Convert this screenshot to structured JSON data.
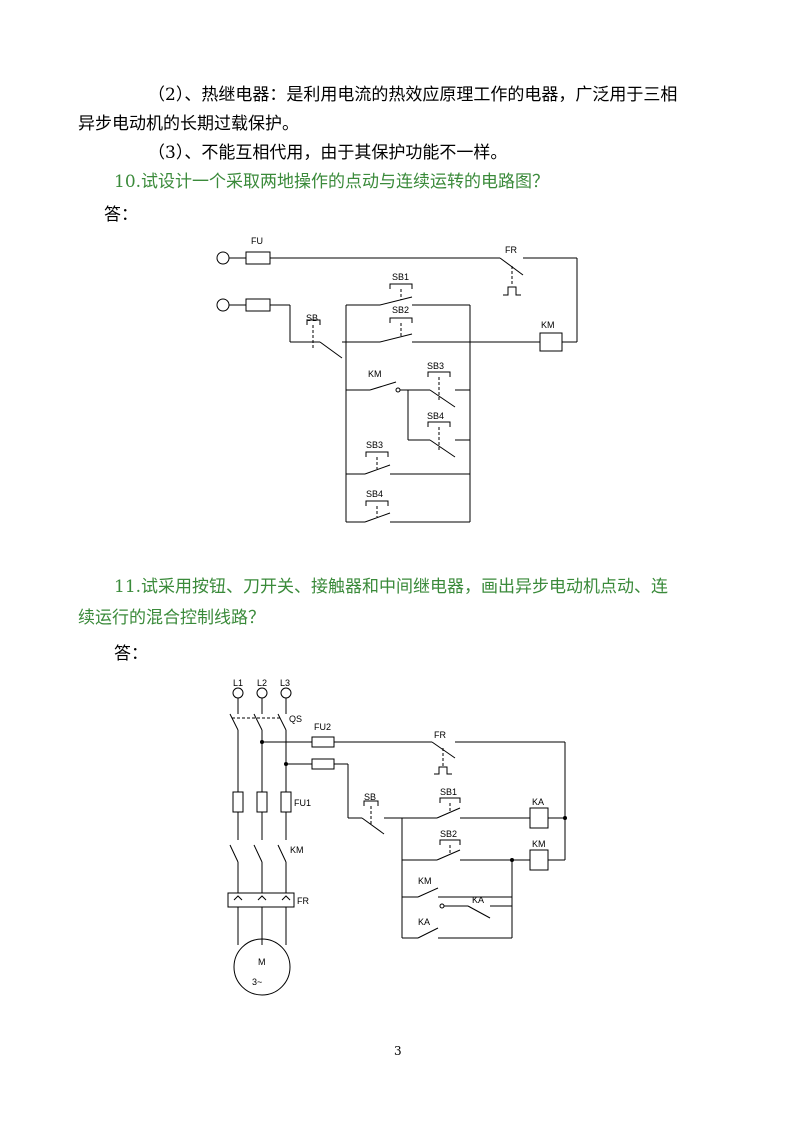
{
  "text": {
    "p2": "（2）、热继电器：是利用电流的热效应原理工作的电器，广泛用于三相",
    "p2b": "异步电动机的长期过载保护。",
    "p3": "（3）、不能互相代用，由于其保护功能不一样。",
    "q10": "10.试设计一个采取两地操作的点动与连续运转的电路图？",
    "ans10": "答：",
    "q11a": "11.试采用按钮、刀开关、接触器和中间继电器，画出异步电动机点动、连",
    "q11b": "续运行的混合控制线路？",
    "ans11": "答：",
    "page_number": "3"
  },
  "diagram1": {
    "FU": "FU",
    "FR": "FR",
    "SB1": "SB1",
    "SB": "SB",
    "SB2": "SB2",
    "KM_coil": "KM",
    "KM_contact": "KM",
    "SB3a": "SB3",
    "SB4a": "SB4",
    "SB3b": "SB3",
    "SB4b": "SB4"
  },
  "diagram2": {
    "L1": "L1",
    "L2": "L2",
    "L3": "L3",
    "QS": "QS",
    "FU2": "FU2",
    "FU1": "FU1",
    "KM_main": "KM",
    "FR_main": "FR",
    "FR_ctrl": "FR",
    "SB": "SB",
    "SB1": "SB1",
    "SB2": "SB2",
    "KA_coil": "KA",
    "KM_coil": "KM",
    "KM_contact": "KM",
    "KA_contact1": "KA",
    "KA_contact2": "KA",
    "M": "M",
    "M_phase": "3~"
  }
}
